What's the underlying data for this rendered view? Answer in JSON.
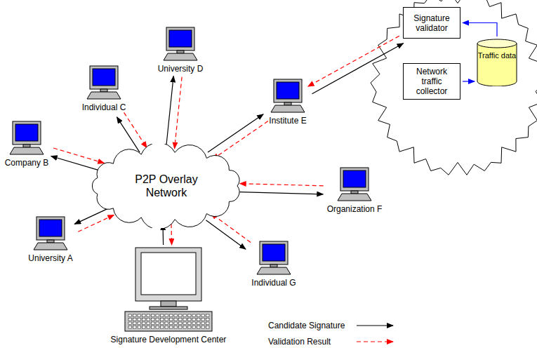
{
  "diagram": {
    "nodes": [
      {
        "text": [
          "Individual C"
        ]
      },
      {
        "text": [
          "University D"
        ]
      },
      {
        "text": [
          "Institute E"
        ]
      },
      {
        "text": [
          "Signature validator"
        ]
      },
      {
        "text": [
          "Network traffic collector"
        ]
      },
      {
        "text": [
          "Traffic data"
        ]
      },
      {
        "text": [
          "Company B"
        ]
      },
      {
        "text": [
          "P2P Overlay Network"
        ]
      },
      {
        "text": [
          "Organization F"
        ]
      },
      {
        "text": [
          "University A"
        ]
      },
      {
        "text": [
          "Individual G"
        ]
      },
      {
        "text": [
          "Signature Development Center"
        ]
      }
    ],
    "edges": [
      {
        "from": 7,
        "to": 0,
        "arrow": "to"
      },
      {
        "from": 0,
        "to": 7,
        "arrow": "to"
      },
      {
        "from": 7,
        "to": 1,
        "arrow": "to"
      },
      {
        "from": 1,
        "to": 7,
        "arrow": "to"
      },
      {
        "from": 7,
        "to": 2,
        "arrow": "to"
      },
      {
        "from": 2,
        "to": 7,
        "arrow": "to"
      },
      {
        "from": 2,
        "to": 3,
        "arrow": "to"
      },
      {
        "from": 3,
        "to": 2,
        "arrow": "to"
      },
      {
        "from": 4,
        "to": 5,
        "arrow": "to"
      },
      {
        "from": 5,
        "to": 3,
        "arrow": "to"
      },
      {
        "from": 7,
        "to": 6,
        "arrow": "to"
      },
      {
        "from": 6,
        "to": 7,
        "arrow": "to"
      },
      {
        "from": 7,
        "to": 8,
        "arrow": "to"
      },
      {
        "from": 8,
        "to": 7,
        "arrow": "to"
      },
      {
        "from": 7,
        "to": 9,
        "arrow": "to"
      },
      {
        "from": 9,
        "to": 7,
        "arrow": "to"
      },
      {
        "from": 7,
        "to": 10,
        "arrow": "to"
      },
      {
        "from": 10,
        "to": 7,
        "arrow": "to"
      },
      {
        "from": 11,
        "to": 7,
        "arrow": "to"
      },
      {
        "from": 7,
        "to": 11,
        "arrow": "to"
      }
    ],
    "legend": [
      {
        "text": "Candidate Signature"
      },
      {
        "text": "Validation Result"
      }
    ]
  }
}
